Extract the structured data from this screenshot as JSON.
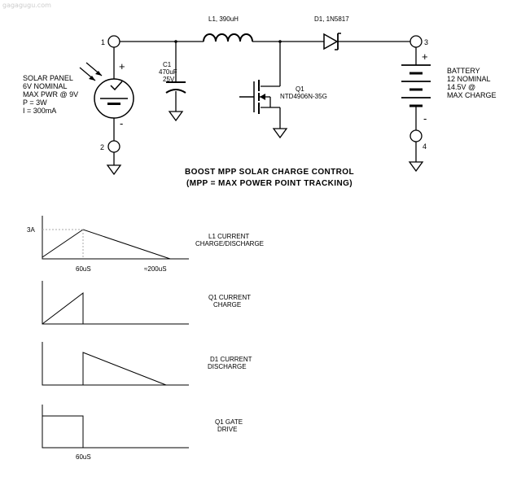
{
  "watermark": "gagagugu.com",
  "circuit": {
    "title_line1": "BOOST MPP SOLAR CHARGE CONTROL",
    "title_line2": "(MPP = MAX POWER POINT TRACKING)",
    "inductor_label": "L1, 390uH",
    "diode_label": "D1, 1N5817",
    "capacitor_label": [
      "C1",
      "470uF",
      "25V"
    ],
    "transistor_label": [
      "Q1",
      "NTD4906N-35G"
    ],
    "solar_panel_label": [
      "SOLAR PANEL",
      "6V NOMINAL",
      "MAX PWR @ 9V",
      "P = 3W",
      "I = 300mA"
    ],
    "battery_label": [
      "BATTERY",
      "12 NOMINAL",
      "14.5V @",
      "MAX CHARGE"
    ],
    "node_labels": [
      "1",
      "2",
      "3",
      "4"
    ],
    "plus_sign": "+",
    "minus_sign": "-"
  },
  "waveforms": [
    {
      "label_line1": "L1 CURRENT",
      "label_line2": "CHARGE/DISCHARGE"
    },
    {
      "label_line1": "Q1 CURRENT",
      "label_line2": "CHARGE"
    },
    {
      "label_line1": "D1 CURRENT",
      "label_line2": "DISCHARGE"
    },
    {
      "label_line1": "Q1 GATE",
      "label_line2": "DRIVE"
    }
  ],
  "axis": {
    "peak_label": "3A",
    "t1_label": "60uS",
    "t2_label": "≈200uS",
    "gate_t_label": "60uS"
  }
}
